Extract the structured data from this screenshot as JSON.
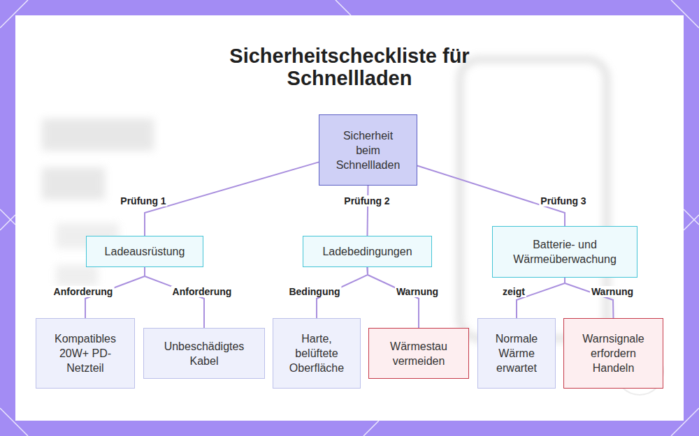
{
  "diagram": {
    "title": "Sicherheitscheckliste für Schnellladen",
    "nodes": [
      {
        "text": [
          "Sicherheit beim Schnellladen"
        ]
      },
      {
        "text": [
          "Ladeausrüstung"
        ]
      },
      {
        "text": [
          "Ladebedingungen"
        ]
      },
      {
        "text": [
          "Batterie- und Wärmeüberwachung"
        ]
      },
      {
        "text": [
          "Kompatibles 20W+ PD-Netzteil"
        ]
      },
      {
        "text": [
          "Unbeschädigtes Kabel"
        ]
      },
      {
        "text": [
          "Harte, belüftete Oberfläche"
        ]
      },
      {
        "text": [
          "Wärmestau vermeiden"
        ]
      },
      {
        "text": [
          "Normale Wärme erwartet"
        ]
      },
      {
        "text": [
          "Warnsignale erfordern Handeln"
        ]
      }
    ],
    "edges": [
      {
        "from": 0,
        "to": 1,
        "label": "Prüfung 1",
        "arrow": "none"
      },
      {
        "from": 0,
        "to": 2,
        "label": "Prüfung 2",
        "arrow": "none"
      },
      {
        "from": 0,
        "to": 3,
        "label": "Prüfung 3",
        "arrow": "none"
      },
      {
        "from": 1,
        "to": 4,
        "label": "Anforderung",
        "arrow": "none"
      },
      {
        "from": 1,
        "to": 5,
        "label": "Anforderung",
        "arrow": "none"
      },
      {
        "from": 2,
        "to": 6,
        "label": "Bedingung",
        "arrow": "none"
      },
      {
        "from": 2,
        "to": 7,
        "label": "Warnung",
        "arrow": "none"
      },
      {
        "from": 3,
        "to": 8,
        "label": "zeigt",
        "arrow": "none"
      },
      {
        "from": 3,
        "to": 9,
        "label": "Warnung",
        "arrow": "none"
      }
    ]
  }
}
